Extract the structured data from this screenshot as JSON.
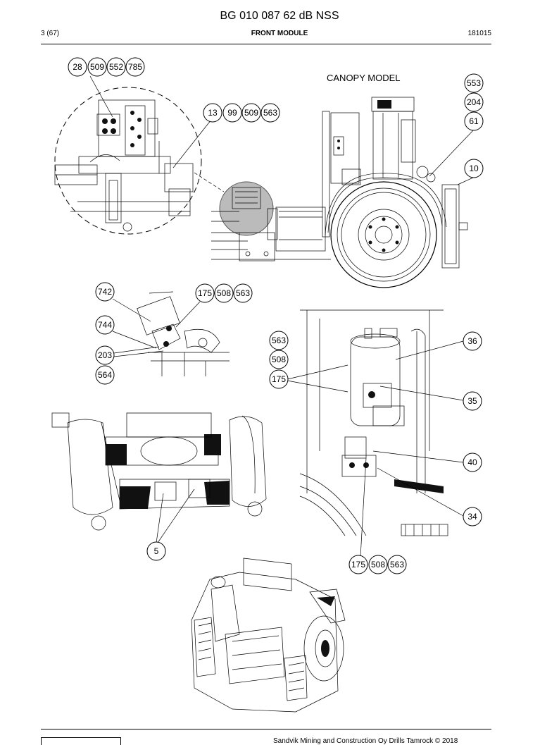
{
  "header": {
    "title": "BG 010 087 62 dB NSS",
    "page": "3 (67)",
    "section": "FRONT MODULE",
    "code": "181015"
  },
  "canopy_label": "CANOPY MODEL",
  "callouts": {
    "top_group_1": [
      "28",
      "509",
      "552",
      "785"
    ],
    "top_group_2": [
      "13",
      "99",
      "509",
      "563"
    ],
    "right_stack": [
      "553",
      "204",
      "61"
    ],
    "c10": "10",
    "mid_group": [
      "175",
      "508",
      "563"
    ],
    "c742": "742",
    "c744": "744",
    "c203": "203",
    "c564": "564",
    "left_stack": [
      "563",
      "508",
      "175"
    ],
    "c36": "36",
    "c35": "35",
    "c40": "40",
    "c34": "34",
    "c5": "5",
    "bottom_group": [
      "175",
      "508",
      "563"
    ]
  },
  "footer": {
    "copyright": "Sandvik Mining and Construction Oy Drills Tamrock © 2018"
  }
}
